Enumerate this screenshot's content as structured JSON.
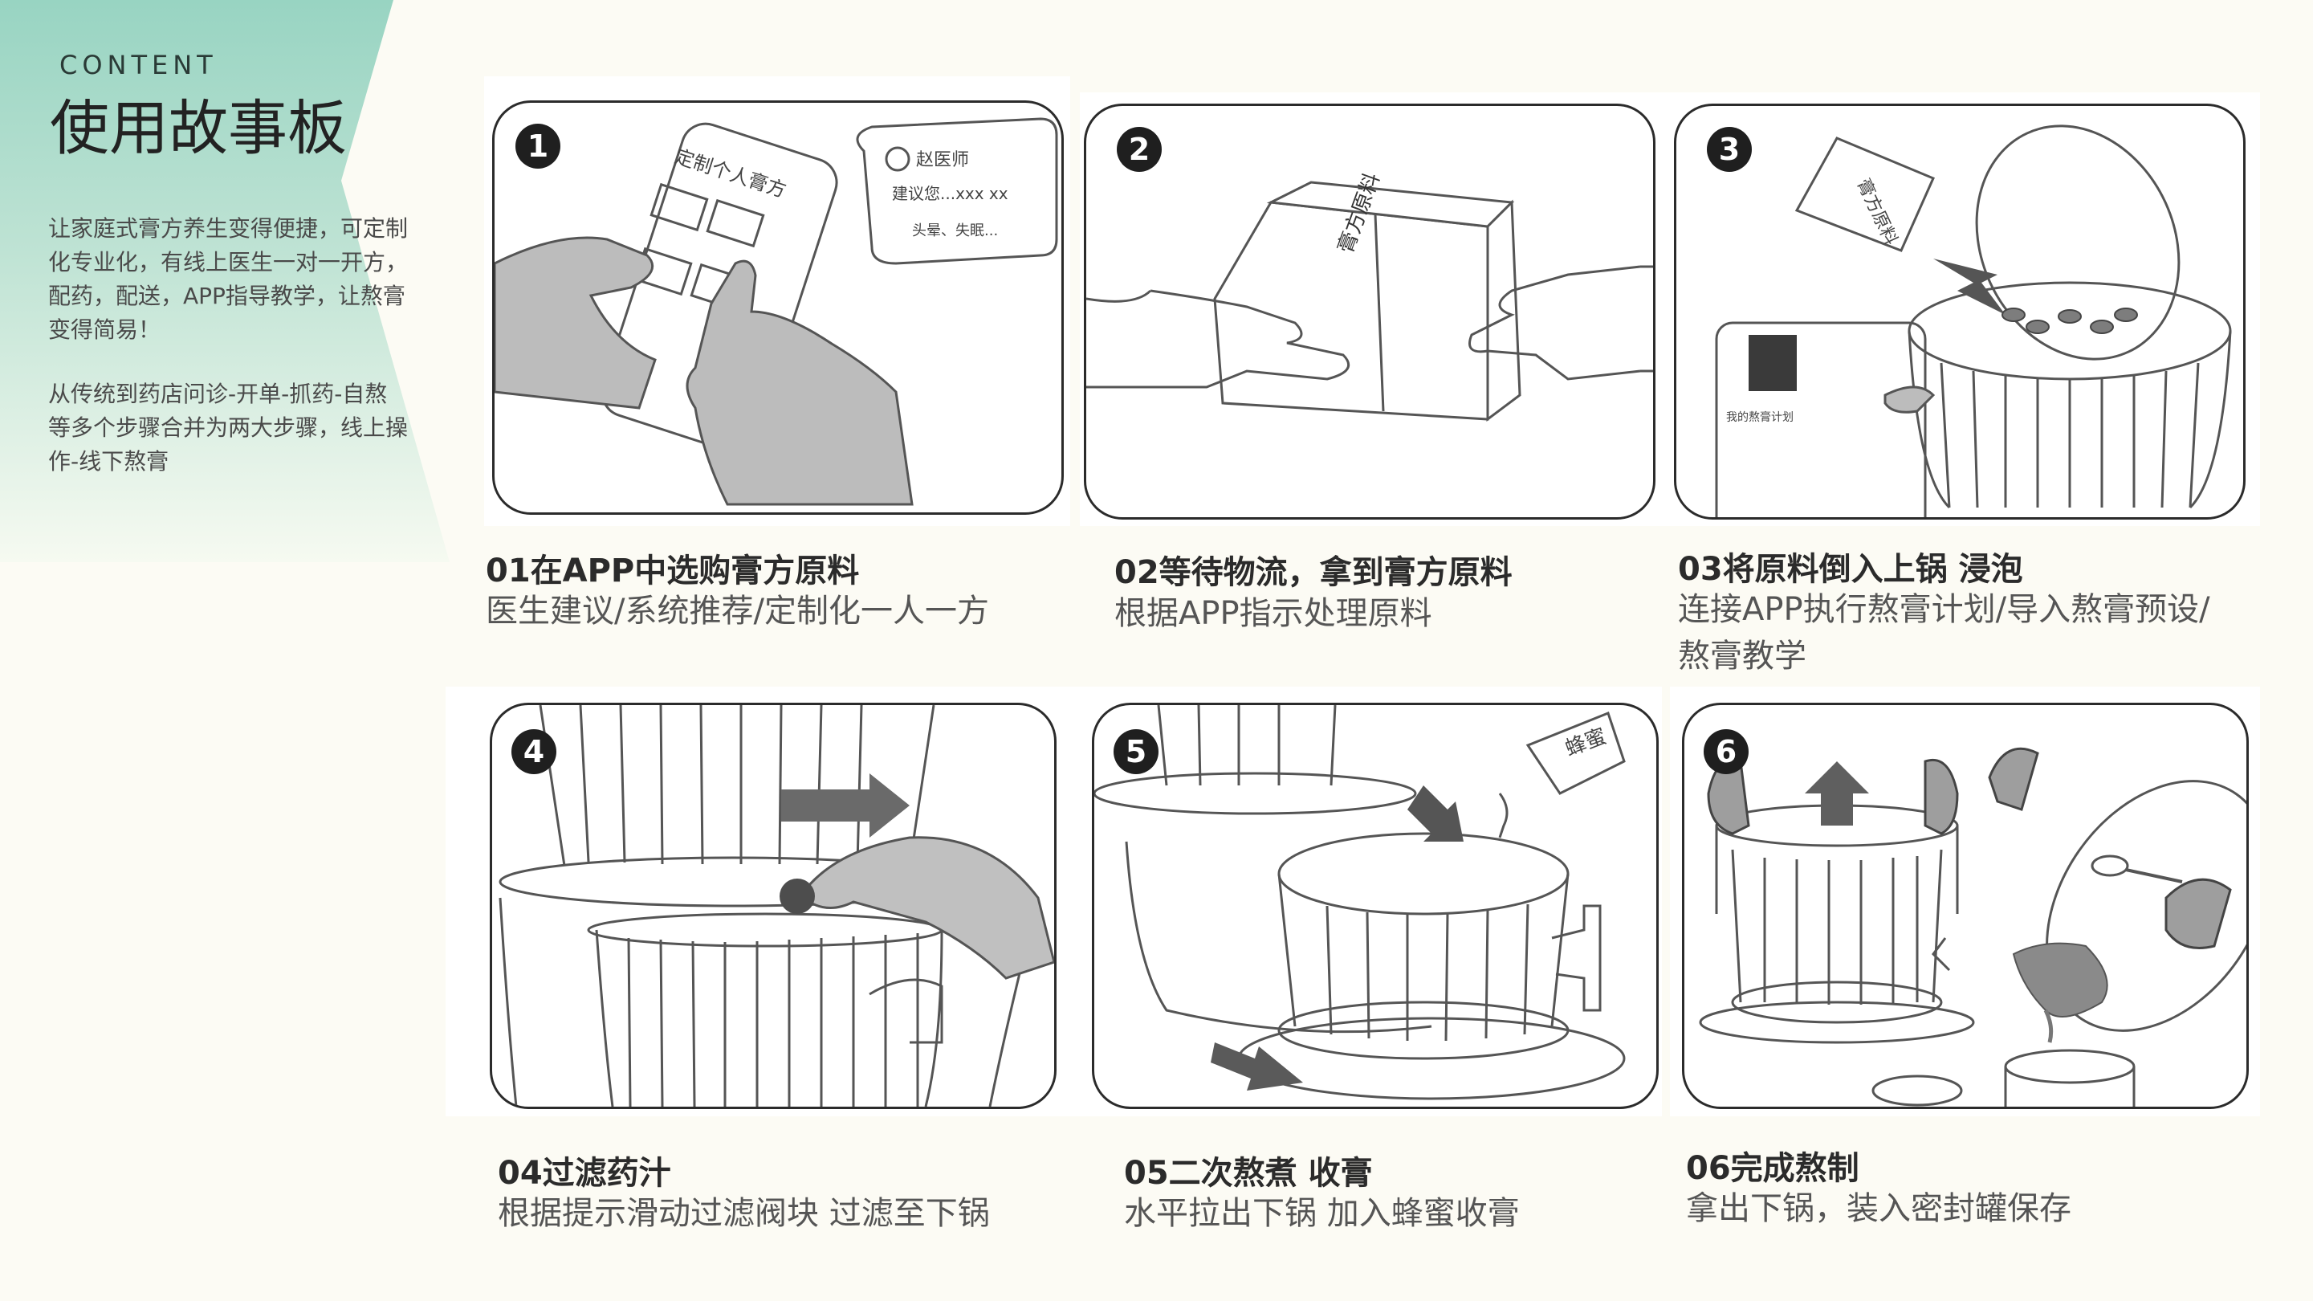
{
  "sidebar": {
    "eyebrow": "CONTENT",
    "title": "使用故事板",
    "paragraph_1": "让家庭式膏方养生变得便捷，可定制化专业化，有线上医生一对一开方，配药，配送，APP指导教学，让熬膏变得简易！",
    "paragraph_2": "从传统到药店问诊-开单-抓药-自熬等多个步骤合并为两大步骤，线上操作-线下熬膏"
  },
  "steps": [
    {
      "number": "1",
      "title": "01在APP中选购膏方原料",
      "description": "医生建议/系统推荐/定制化一人一方",
      "sketch_text": {
        "app_header": "定制个人膏方",
        "chat_name": "赵医师",
        "chat_line_1": "建议您...xxx xx",
        "chat_line_2": "头晕、失眠..."
      }
    },
    {
      "number": "2",
      "title": "02等待物流，拿到膏方原料",
      "description": "根据APP指示处理原料",
      "sketch_text": {
        "box_label": "膏方原料"
      }
    },
    {
      "number": "3",
      "title": "03将原料倒入上锅 浸泡",
      "description": "连接APP执行熬膏计划/导入熬膏预设/熬膏教学",
      "sketch_text": {
        "bag_label": "膏方原料",
        "phone_label": "我的熬膏计划"
      }
    },
    {
      "number": "4",
      "title": "04过滤药汁",
      "description": "根据提示滑动过滤阀块 过滤至下锅"
    },
    {
      "number": "5",
      "title": "05二次熬煮 收膏",
      "description": "水平拉出下锅 加入蜂蜜收膏",
      "sketch_text": {
        "cup_label": "蜂蜜"
      }
    },
    {
      "number": "6",
      "title": "06完成熬制",
      "description": "拿出下锅，装入密封罐保存"
    }
  ]
}
